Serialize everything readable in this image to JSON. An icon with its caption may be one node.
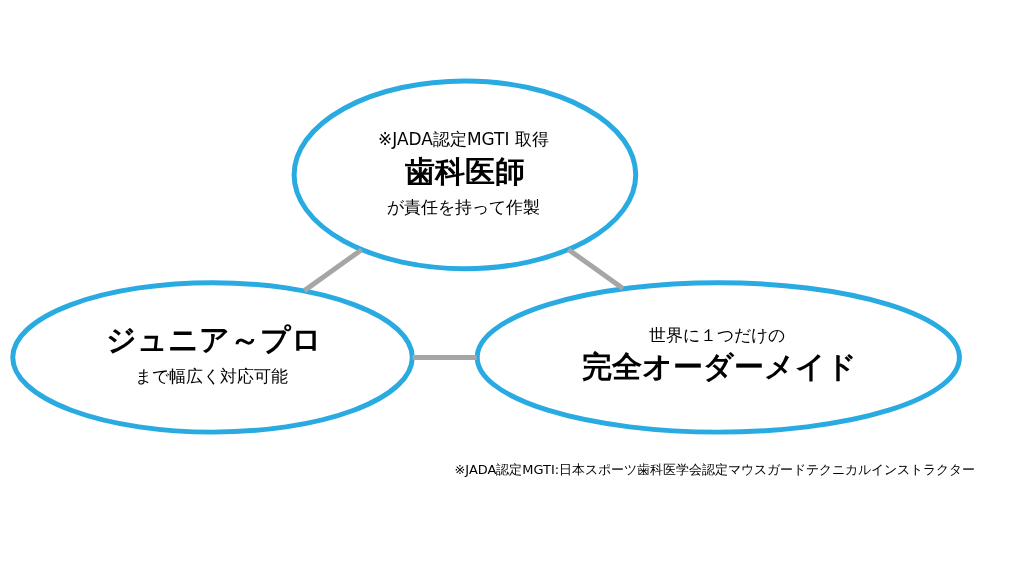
{
  "diagram": {
    "nodes": [
      {
        "text": [
          "※JADA認定MGTI 取得",
          "歯科医師",
          "が責任を持って作製"
        ]
      },
      {
        "text": [
          "ジュニア～プロ",
          "まで幅広く対応可能"
        ]
      },
      {
        "text": [
          "世界に１つだけの",
          "完全オーダーメイド"
        ]
      }
    ],
    "edges": [
      {
        "from": 0,
        "to": 1,
        "arrow": "none"
      },
      {
        "from": 0,
        "to": 2,
        "arrow": "none"
      },
      {
        "from": 1,
        "to": 2,
        "arrow": "none"
      }
    ],
    "labels": [
      "※JADA認定MGTI:日本スポーツ歯科医学会認定マウスガードテクニカルインストラクター"
    ]
  }
}
